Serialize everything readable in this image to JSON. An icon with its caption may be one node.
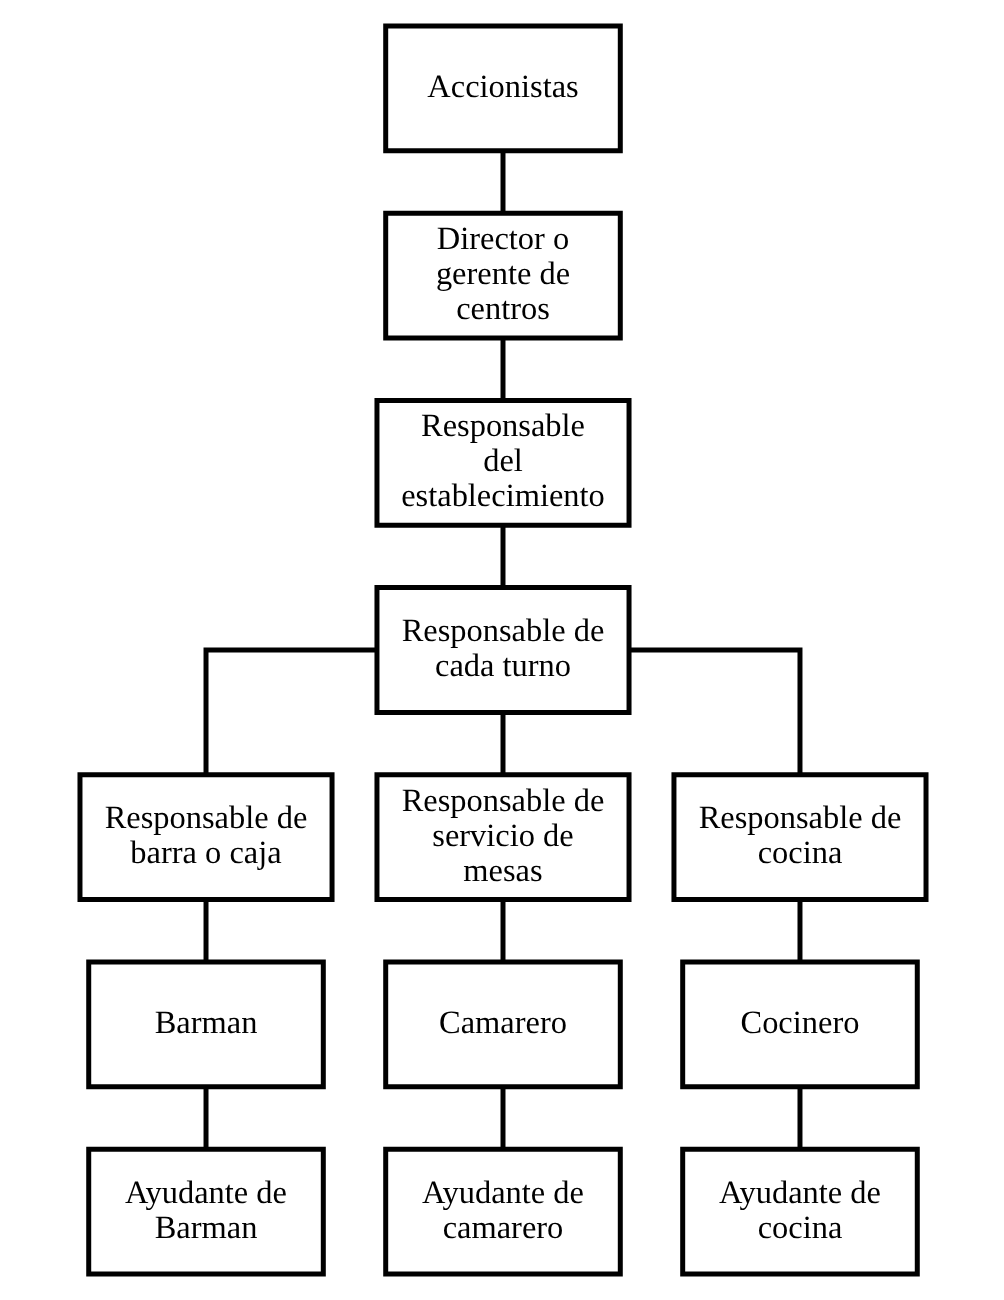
{
  "diagram": {
    "nodes": [
      {
        "text": [
          "Accionistas"
        ]
      },
      {
        "text": [
          "Director o gerente de centros"
        ]
      },
      {
        "text": [
          "Responsable del establecimiento"
        ]
      },
      {
        "text": [
          "Responsable de cada turno"
        ]
      },
      {
        "text": [
          "Responsable de barra o caja"
        ]
      },
      {
        "text": [
          "Responsable de servicio de mesas"
        ]
      },
      {
        "text": [
          "Responsable de cocina"
        ]
      },
      {
        "text": [
          "Barman"
        ]
      },
      {
        "text": [
          "Camarero"
        ]
      },
      {
        "text": [
          "Cocinero"
        ]
      },
      {
        "text": [
          "Ayudante de Barman"
        ]
      },
      {
        "text": [
          "Ayudante de camarero"
        ]
      },
      {
        "text": [
          "Ayudante de cocina"
        ]
      }
    ],
    "edges": [
      {
        "from": 0,
        "to": 1,
        "arrow": "none"
      },
      {
        "from": 1,
        "to": 2,
        "arrow": "none"
      },
      {
        "from": 2,
        "to": 3,
        "arrow": "none"
      },
      {
        "from": 3,
        "to": 4,
        "arrow": "none"
      },
      {
        "from": 3,
        "to": 5,
        "arrow": "none"
      },
      {
        "from": 3,
        "to": 6,
        "arrow": "none"
      },
      {
        "from": 4,
        "to": 7,
        "arrow": "none"
      },
      {
        "from": 5,
        "to": 8,
        "arrow": "none"
      },
      {
        "from": 6,
        "to": 9,
        "arrow": "none"
      },
      {
        "from": 7,
        "to": 10,
        "arrow": "none"
      },
      {
        "from": 8,
        "to": 11,
        "arrow": "none"
      },
      {
        "from": 9,
        "to": 12,
        "arrow": "none"
      }
    ]
  }
}
